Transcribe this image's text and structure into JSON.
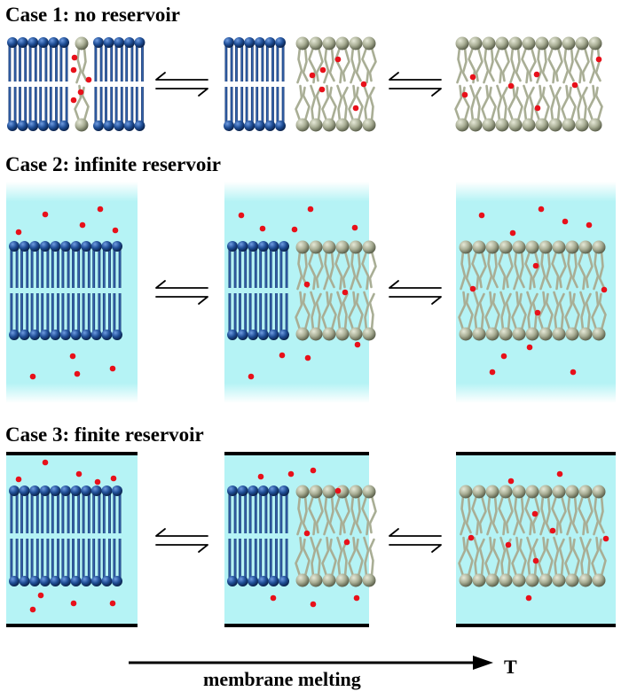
{
  "cases": [
    {
      "title": "Case 1: no reservoir",
      "reservoir": "none"
    },
    {
      "title": "Case 2: infinite reservoir",
      "reservoir": "infinite"
    },
    {
      "title": "Case 3: finite reservoir",
      "reservoir": "finite"
    }
  ],
  "axis": {
    "label": "membrane melting",
    "variable": "T"
  },
  "colors": {
    "gel_lipid": "#1f4e96",
    "fluid_lipid": "#a9ae95",
    "solute": "#e8101a",
    "water": "#b5f3f5",
    "arrow": "#000000"
  },
  "icons": [
    "equilibrium-arrow-icon",
    "temperature-arrow-icon"
  ]
}
